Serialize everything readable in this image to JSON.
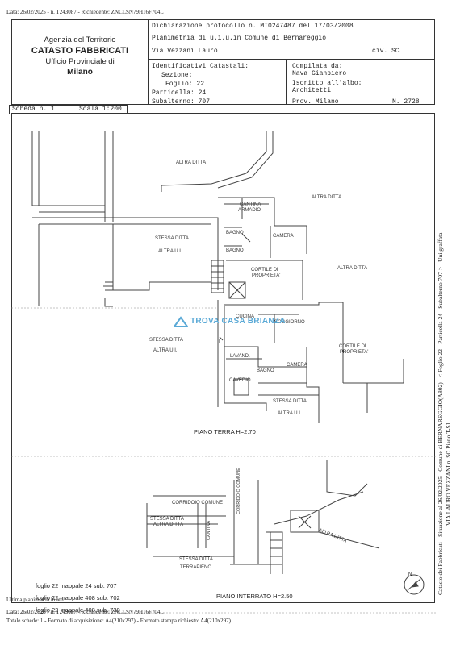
{
  "top_stamp": "Data: 26/02/2025 - n. T243087 - Richiedente: ZNCLSN79H16F704L",
  "header_left": {
    "agency": "Agenzia del Territorio",
    "title": "CATASTO FABBRICATI",
    "office": "Ufficio Provinciale di",
    "city": "Milano"
  },
  "header_right": {
    "declaration": "Dichiarazione protocollo n. MI0247487 del 17/03/2008",
    "planimetria": "Planimetria di u.i.u.in Comune di Bernareggio",
    "address": "Via Vezzani Lauro",
    "civ": "civ. SC"
  },
  "identifiers": {
    "heading": "Identificativi Catastali:",
    "sezione": "Sezione:",
    "foglio": "Foglio: 22",
    "particella": "Particella: 24",
    "subalterno": "Subalterno: 707"
  },
  "compiler": {
    "compilata": "Compilata da:",
    "name": "Nava Gianpiero",
    "iscritto": "Iscritto all'albo:",
    "albo": "Architetti",
    "prov": "Prov. Milano",
    "number": "N. 2728"
  },
  "scheda": "Scheda n. 1",
  "scala": "Scala 1:200",
  "rooms": {
    "altra_ditta_top": "ALTRA DITTA",
    "altra_ditta_r1": "ALTRA DITTA",
    "altra_ditta_r2": "ALTRA DITTA",
    "cantina": "CANTINA",
    "armadio": "ARMADIO",
    "bagno1": "BAGNO",
    "bagno2": "BAGNO",
    "camera1": "CAMERA",
    "stessa_ditta1": "STESSA DITTA",
    "altra_ui1": "ALTRA U.I.",
    "cortile1a": "CORTILE DI",
    "cortile1b": "PROPRIETA'",
    "cucina": "CUCINA",
    "soggiorno": "SOGGIORNO",
    "stessa_ditta2": "STESSA DITTA",
    "altra_ui2": "ALTRA U.I.",
    "lavand": "LAVAND.",
    "camera2": "CAMERA",
    "cortile2a": "CORTILE DI",
    "cortile2b": "PROPRIETA'",
    "bagno3": "BAGNO",
    "cavedio": "CAVEDIO",
    "stessa_ditta3": "STESSA DITTA",
    "altra_ui3": "ALTRA U.I.",
    "corridoio1": "CORRIDOIO COMUNE",
    "corridoio2": "CORRIDOIO COMUNE",
    "stessa_ditta4": "STESSA DITTA",
    "altra_ditta4": "ALTRA DITTA",
    "cantina2": "CANTINA",
    "altra_ditta5": "ALTRA DITTA",
    "stessa_ditta5": "STESSA DITTA",
    "terrapieno": "TERRAPIENO"
  },
  "floor_labels": {
    "terra": "PIANO TERRA H=2.70",
    "interrato": "PIANO INTERRATO H=2.50"
  },
  "watermark": "TROVA CASA BRIANZA",
  "legend": [
    "foglio 22 mappale  24 sub. 707",
    "foglio 22 mappale 408 sub. 702",
    "foglio 22 mappale 408 sub. 730"
  ],
  "ultima": "Ultima planimetria in atti",
  "bottom_stamp": "Data: 26/02/2025 - n. T243087 - Richiedente: ZNCLSN79H16F704L",
  "totale": "Totale schede: 1 - Formato di acquisizione: A4(210x297) - Formato stampa richiesto: A4(210x297)",
  "side1": "Catasto dei Fabbricati - Situazione al 26/02/2025 - Comune di BERNAREGGIO(A802) - < Foglio 22 - Particella 24 - Subalterno 707 > - Uni graffata",
  "side2": "VIA LAURO VEZZANI n. SC Piano T-S1",
  "north": "N"
}
